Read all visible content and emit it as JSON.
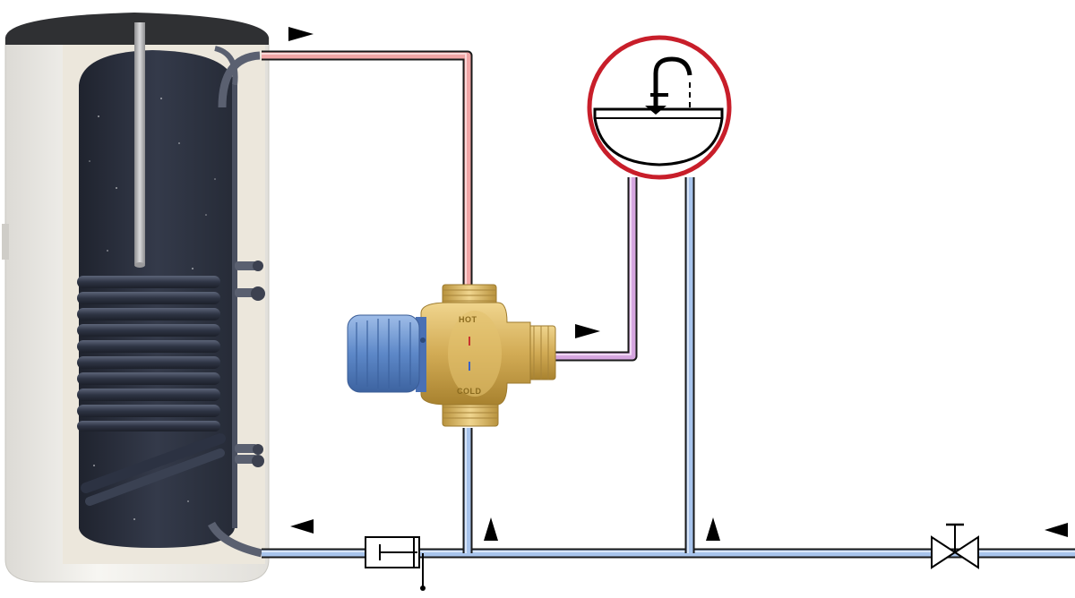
{
  "diagram": {
    "colors": {
      "hot_pipe": "#f2a6a6",
      "mixed_pipe": "#d6a6e0",
      "cold_pipe": "#a8c4ec",
      "pipe_outline": "#1a1a1a",
      "tank_insulation": "#f1f0ec",
      "tank_interior": "#2d3240",
      "tank_lid": "#2f3033",
      "coil": "#3d4456",
      "valve_brass": "#d4b15e",
      "valve_knob": "#6f9ad6",
      "tap_ring": "#c81e2a"
    },
    "icons": {
      "tap": "washbasin-tap-icon",
      "check_valve": "check-valve-icon",
      "shutoff_valve": "gate-valve-icon",
      "mixing_valve": "thermostatic-mixing-valve",
      "flow_arrow": "flow-arrow-icon"
    },
    "valve_labels": {
      "hot_port": "HOT",
      "cold_port": "COLD"
    }
  }
}
